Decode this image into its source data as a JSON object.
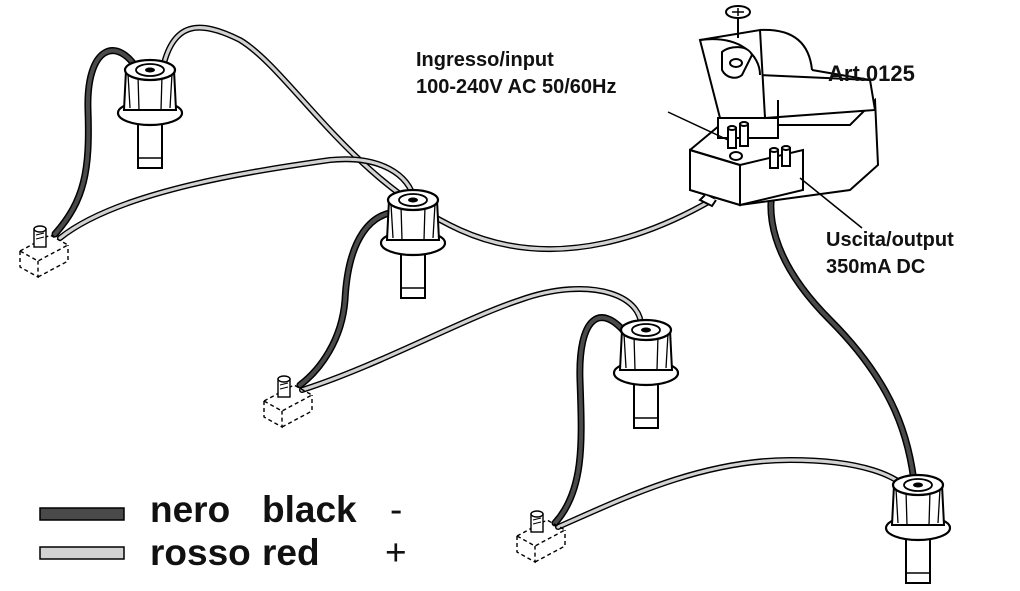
{
  "labels": {
    "input_line1": "Ingresso/input",
    "input_line2": "100-240V AC 50/60Hz",
    "article": "Art.0125",
    "output_line1": "Uscita/output",
    "output_line2": "350mA DC"
  },
  "legend": {
    "black": {
      "it": "nero",
      "en": "black",
      "sign": "-",
      "color": "#4a4a4a"
    },
    "red": {
      "it": "rosso",
      "en": "red",
      "sign": "+",
      "color": "#d2d2d2"
    }
  }
}
